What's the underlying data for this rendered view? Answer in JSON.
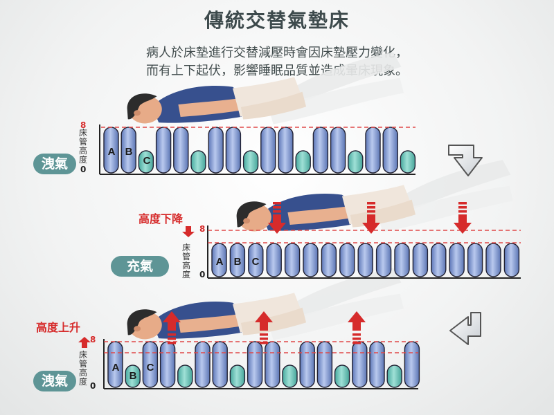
{
  "title": "傳統交替氣墊床",
  "subtitle": [
    "病人於床墊進行交替減壓時會因床墊壓力變化，",
    "而有上下起伏，影響睡眠品質並造成暈床現象。"
  ],
  "axis": {
    "label": "床管高度",
    "max": "8",
    "min": "0"
  },
  "cell_letters": [
    "A",
    "B",
    "C"
  ],
  "colors": {
    "tube_blue": "#8aa4d8",
    "tube_teal": "#6cc3b8",
    "badge": "#5e9596",
    "red": "#d62b2b"
  },
  "panels": [
    {
      "state_label": "洩氣",
      "change_label": "",
      "arrow_dir": "",
      "pattern": "A-high B-high C-low repeating",
      "next_arrow": "turn-down-left"
    },
    {
      "state_label": "充氣",
      "change_label": "高度下降",
      "arrow_dir": "down",
      "pattern": "all cells high",
      "next_arrow": ""
    },
    {
      "state_label": "洩氣",
      "change_label": "高度上升",
      "arrow_dir": "up",
      "pattern": "A-high B-low C-high repeating",
      "next_arrow": "turn-up-left"
    }
  ]
}
